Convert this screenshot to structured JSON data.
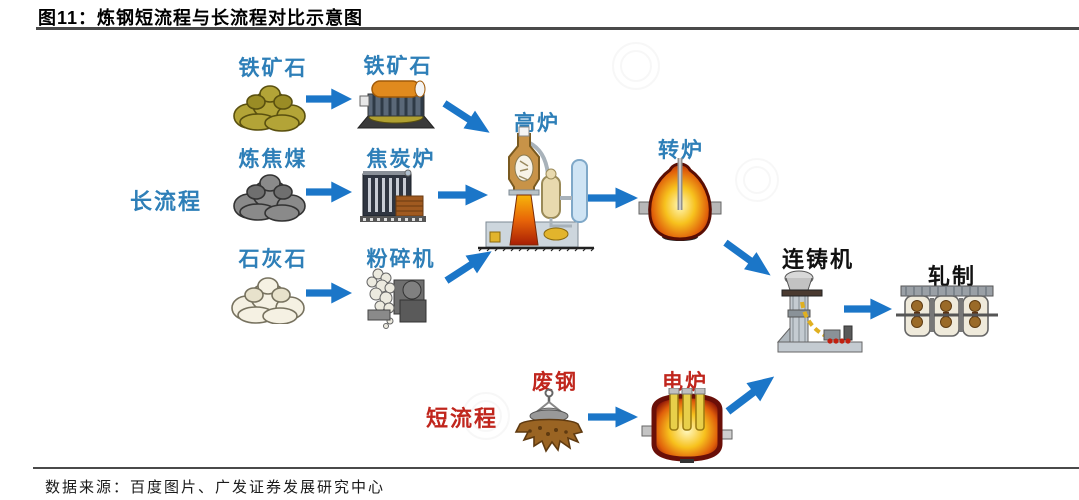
{
  "header": {
    "title": "图11：炼钢短流程与长流程对比示意图"
  },
  "footer": {
    "source": "数据来源：百度图片、广发证券发展研究中心"
  },
  "colors": {
    "label_blue": "#2e7fb8",
    "label_red": "#c0261d",
    "label_black": "#111111",
    "arrow_blue": "#1b76c8",
    "rule_gray": "#4a4a4a"
  },
  "long_process": {
    "label": "长流程",
    "inputs": [
      {
        "label": "铁矿石",
        "icon": "iron-ore-pile-icon"
      },
      {
        "label": "炼焦煤",
        "icon": "coking-coal-pile-icon"
      },
      {
        "label": "石灰石",
        "icon": "limestone-pile-icon"
      }
    ],
    "preprocessors": [
      {
        "label": "铁矿石",
        "icon": "sintering-machine-icon"
      },
      {
        "label": "焦炭炉",
        "icon": "coke-oven-icon"
      },
      {
        "label": "粉碎机",
        "icon": "crusher-icon"
      }
    ],
    "stages": [
      {
        "label": "高炉",
        "icon": "blast-furnace-icon"
      },
      {
        "label": "转炉",
        "icon": "converter-icon"
      },
      {
        "label": "连铸机",
        "icon": "continuous-caster-icon"
      },
      {
        "label": "轧制",
        "icon": "rolling-mill-icon"
      }
    ]
  },
  "short_process": {
    "label": "短流程",
    "stages": [
      {
        "label": "废钢",
        "icon": "scrap-steel-magnet-icon"
      },
      {
        "label": "电炉",
        "icon": "electric-arc-furnace-icon"
      }
    ]
  }
}
